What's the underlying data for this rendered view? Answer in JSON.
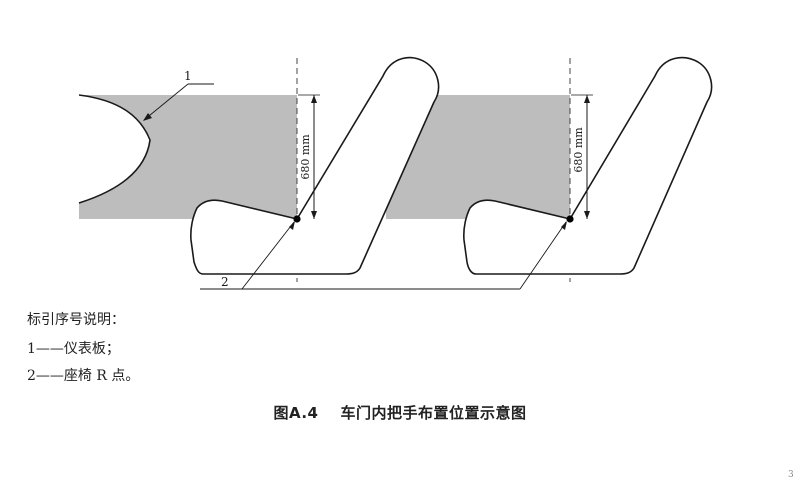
{
  "figure": {
    "dimension_label_left": "680 mm",
    "dimension_label_right": "680 mm",
    "callout_1": "1",
    "callout_2": "2",
    "colors": {
      "zone_fill": "#bdbdbd",
      "line": "#1a1a1a",
      "point": "#000000"
    }
  },
  "legend": {
    "title": "标引序号说明：",
    "item_1": "1——仪表板；",
    "item_2": "2——座椅 R 点。"
  },
  "caption": {
    "number": "图A.4",
    "text": "车门内把手布置位置示意图"
  },
  "page_marker": "3"
}
